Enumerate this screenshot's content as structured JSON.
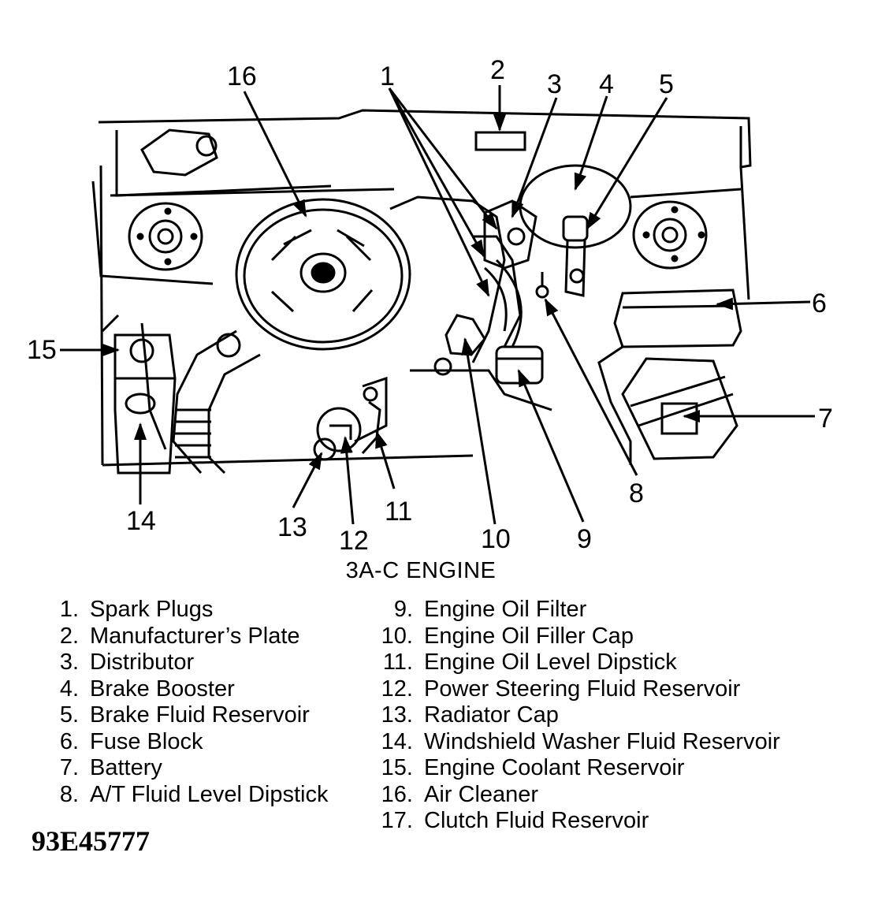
{
  "diagram": {
    "caption": "3A-C ENGINE",
    "figure_id": "93E45777",
    "callouts": [
      {
        "n": "1"
      },
      {
        "n": "2"
      },
      {
        "n": "3"
      },
      {
        "n": "4"
      },
      {
        "n": "5"
      },
      {
        "n": "6"
      },
      {
        "n": "7"
      },
      {
        "n": "8"
      },
      {
        "n": "9"
      },
      {
        "n": "10"
      },
      {
        "n": "11"
      },
      {
        "n": "12"
      },
      {
        "n": "13"
      },
      {
        "n": "14"
      },
      {
        "n": "15"
      },
      {
        "n": "16"
      }
    ],
    "legend_left": [
      {
        "num": "1.",
        "label": "Spark Plugs"
      },
      {
        "num": "2.",
        "label": "Manufacturer’s Plate"
      },
      {
        "num": "3.",
        "label": "Distributor"
      },
      {
        "num": "4.",
        "label": "Brake Booster"
      },
      {
        "num": "5.",
        "label": "Brake Fluid Reservoir"
      },
      {
        "num": "6.",
        "label": "Fuse Block"
      },
      {
        "num": "7.",
        "label": "Battery"
      },
      {
        "num": "8.",
        "label": "A/T Fluid Level Dipstick"
      }
    ],
    "legend_right": [
      {
        "num": "9.",
        "label": "Engine Oil Filter"
      },
      {
        "num": "10.",
        "label": "Engine Oil Filler Cap"
      },
      {
        "num": "11.",
        "label": "Engine Oil Level Dipstick"
      },
      {
        "num": "12.",
        "label": "Power Steering Fluid Reservoir"
      },
      {
        "num": "13.",
        "label": "Radiator Cap"
      },
      {
        "num": "14.",
        "label": "Windshield Washer Fluid Reservoir"
      },
      {
        "num": "15.",
        "label": "Engine Coolant Reservoir"
      },
      {
        "num": "16.",
        "label": "Air Cleaner"
      },
      {
        "num": "17.",
        "label": "Clutch Fluid Reservoir"
      }
    ]
  }
}
